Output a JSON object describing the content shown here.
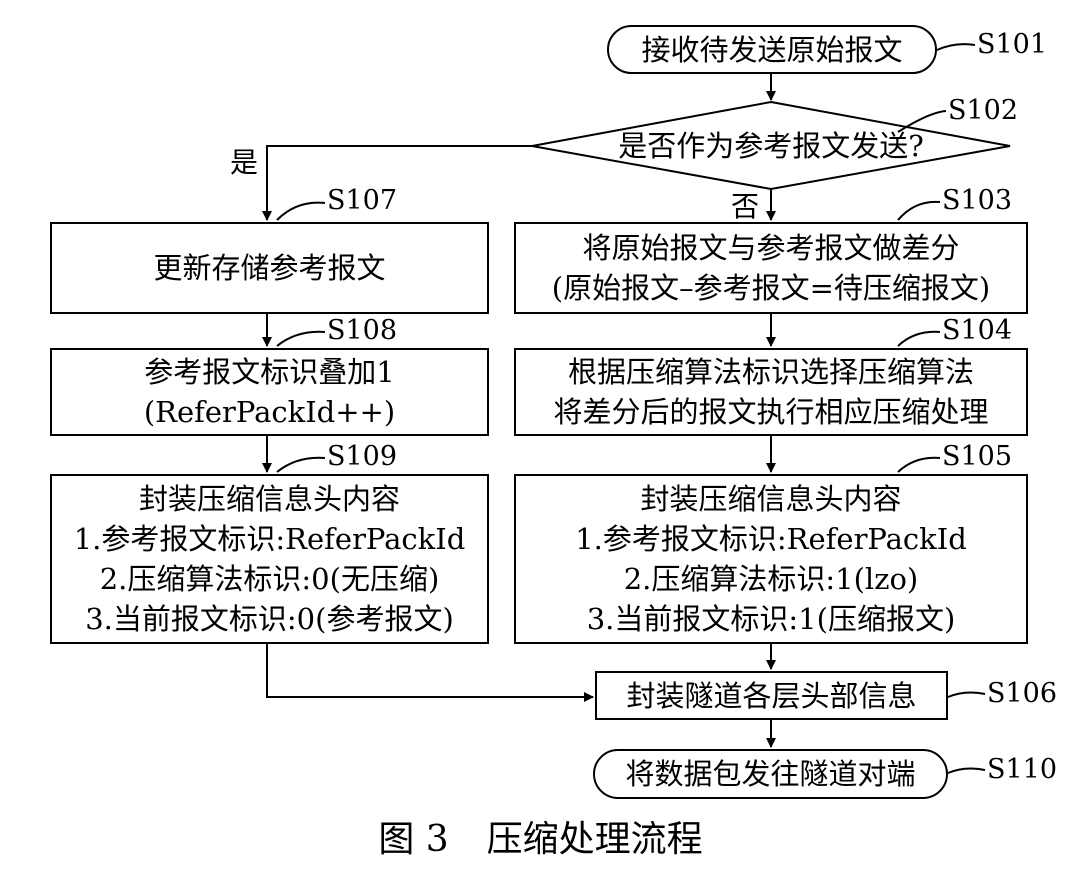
{
  "nodes": {
    "s101": {
      "id": "S101",
      "lines": [
        "接收待发送原始报文"
      ]
    },
    "s102": {
      "id": "S102",
      "lines": [
        "是否作为参考报文发送?"
      ]
    },
    "s103": {
      "id": "S103",
      "lines": [
        "将原始报文与参考报文做差分",
        "(原始报文–参考报文=待压缩报文)"
      ]
    },
    "s104": {
      "id": "S104",
      "lines": [
        "根据压缩算法标识选择压缩算法",
        "将差分后的报文执行相应压缩处理"
      ]
    },
    "s105": {
      "id": "S105",
      "lines": [
        "封装压缩信息头内容",
        "1.参考报文标识:ReferPackId",
        "2.压缩算法标识:1(lzo)",
        "3.当前报文标识:1(压缩报文)"
      ]
    },
    "s106": {
      "id": "S106",
      "lines": [
        "封装隧道各层头部信息"
      ]
    },
    "s107": {
      "id": "S107",
      "lines": [
        "更新存储参考报文"
      ]
    },
    "s108": {
      "id": "S108",
      "lines": [
        "参考报文标识叠加1",
        "(ReferPackId++)"
      ]
    },
    "s109": {
      "id": "S109",
      "lines": [
        "封装压缩信息头内容",
        "1.参考报文标识:ReferPackId",
        "2.压缩算法标识:0(无压缩)",
        "3.当前报文标识:0(参考报文)"
      ]
    },
    "s110": {
      "id": "S110",
      "lines": [
        "将数据包发往隧道对端"
      ]
    }
  },
  "branches": {
    "yes": "是",
    "no": "否"
  },
  "caption": {
    "figure": "图 3",
    "title": "压缩处理流程"
  }
}
